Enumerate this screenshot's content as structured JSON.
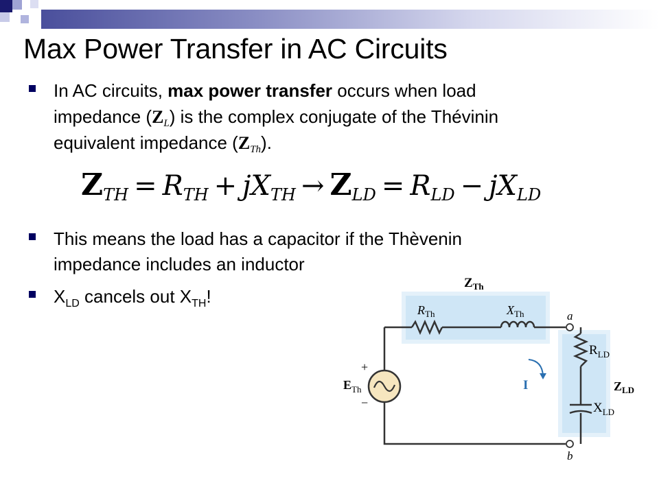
{
  "slide": {
    "title": "Max Power Transfer in AC Circuits",
    "bullet1": {
      "line1_pre": "In AC circuits, ",
      "line1_bold": "max power transfer",
      "line1_post": " occurs when load",
      "line2_pre": "impedance (",
      "z_symbol": "Z",
      "z_sub_L": "L",
      "line2_post": ") is the complex conjugate of the Thévinin",
      "line3_pre": "equivalent impedance (",
      "z_sub_Th": "Th",
      "line3_post": ")."
    },
    "equation": {
      "Z1": "Z",
      "sub_TH": "TH",
      "eq": "=",
      "R": "R",
      "plus": "+",
      "jX": "jX",
      "arrow": "→",
      "Z2": "Z",
      "sub_LD": "LD",
      "minus": "−"
    },
    "bullet2": {
      "line1": "This means the load has a capacitor if the Thèvenin",
      "line2": "impedance includes an inductor"
    },
    "bullet3": {
      "X": "X",
      "sub_LD": "LD",
      "mid": " cancels out X",
      "sub_TH": "TH",
      "end": "!"
    }
  },
  "circuit": {
    "label_ZTh": "Z",
    "label_ZTh_sub": "Th",
    "label_RTh": "R",
    "label_RTh_sub": "Th",
    "label_XTh": "X",
    "label_XTh_sub": "Th",
    "node_a": "a",
    "node_b": "b",
    "label_RLD": "R",
    "label_RLD_sub": "LD",
    "label_XLD": "X",
    "label_XLD_sub": "LD",
    "label_ZLD": "Z",
    "label_ZLD_sub": "LD",
    "label_ETh": "E",
    "label_ETh_sub": "Th",
    "plus": "+",
    "minus": "−",
    "current": "I"
  },
  "colors": {
    "accent_navy": "#000060",
    "deco_blue": "#5b5fa8",
    "highlight": "#cfe6f6"
  }
}
